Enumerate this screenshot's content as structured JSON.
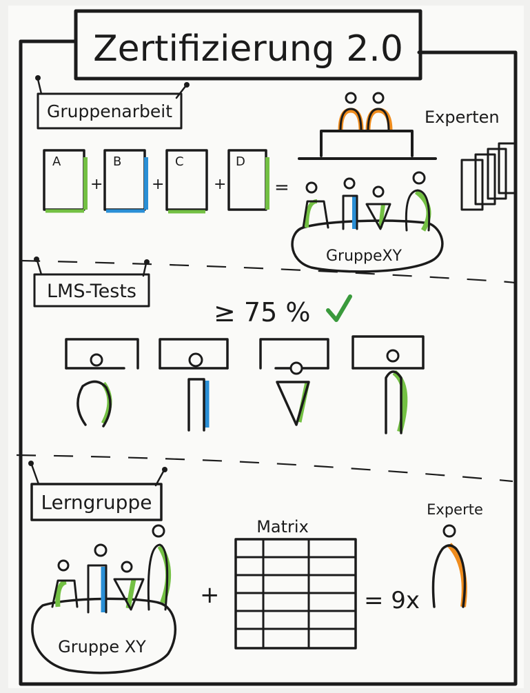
{
  "title": "Zertifizierung 2.0",
  "colors": {
    "ink": "#1b1b1b",
    "green": "#73c043",
    "blue": "#2a8fd6",
    "orange": "#ef8c1d",
    "paper": "#fafaf8"
  },
  "gruppenarbeit": {
    "heading": "Gruppenarbeit",
    "docs": [
      "A",
      "B",
      "C",
      "D"
    ],
    "plus": "+",
    "equals": "=",
    "experts_label": "Experten",
    "group_label": "GruppeXY"
  },
  "lms": {
    "heading": "LMS-Tests",
    "threshold": "≥ 75 %",
    "check_icon": "check-icon"
  },
  "lerngruppe": {
    "heading": "Lerngruppe",
    "group_label": "Gruppe XY",
    "plus": "+",
    "matrix_label": "Matrix",
    "result": "= 9x",
    "expert_label": "Experte"
  }
}
